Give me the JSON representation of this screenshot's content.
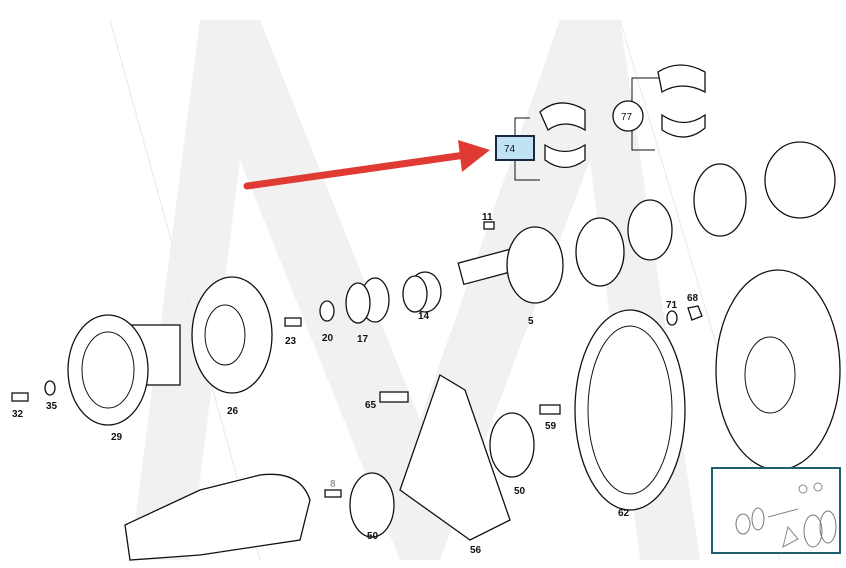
{
  "labels": {
    "p74": "74",
    "p77": "77",
    "p11": "11",
    "p5": "5",
    "p14": "14",
    "p17": "17",
    "p20": "20",
    "p23": "23",
    "p26": "26",
    "p29": "29",
    "p32": "32",
    "p35": "35",
    "p65": "65",
    "p59": "59",
    "p50a": "50",
    "p50b": "50",
    "p8": "8",
    "p56": "56",
    "p62": "62",
    "p71": "71",
    "p68": "68"
  },
  "highlight": {
    "part": "74",
    "fill": "#bfe3f5",
    "border": "#1b2a3a"
  },
  "arrow_color": "#e03a35",
  "watermark": "M",
  "watermark_color": "#dcdcdc",
  "thumbnail_border": "#1f5f6e"
}
